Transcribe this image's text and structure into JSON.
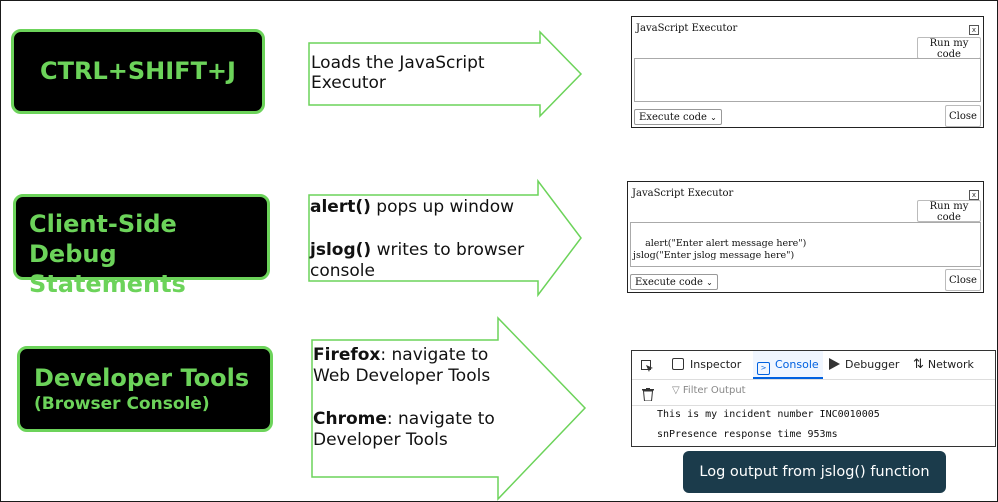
{
  "rows": [
    {
      "box_lines": [
        "CTRL+SHIFT+J"
      ],
      "arrow_text": [
        "Loads the JavaScript",
        "Executor"
      ]
    },
    {
      "box_lines": [
        "Client-Side Debug",
        "Statements"
      ],
      "arrow_items": [
        {
          "bold": "alert()",
          "rest": " pops up window"
        },
        {
          "bold": "jslog()",
          "rest": " writes to browser",
          "line2": "console"
        }
      ]
    },
    {
      "box_lines": [
        "Developer Tools",
        "(Browser Console)"
      ],
      "arrow_items": [
        {
          "bold": "Firefox",
          "rest": ": navigate to",
          "line2": "Web Developer Tools"
        },
        {
          "bold": "Chrome",
          "rest": ": navigate to",
          "line2": "Developer Tools"
        }
      ]
    }
  ],
  "executor1": {
    "title": "JavaScript Executor",
    "close_x": "x",
    "run_label": "Run my code",
    "code": "",
    "select_value": "Execute code",
    "close_label": "Close"
  },
  "executor2": {
    "title": "JavaScript Executor",
    "close_x": "x",
    "run_label": "Run my code",
    "code": "alert(\"Enter alert message here\")\njslog(\"Enter jslog message here\")",
    "select_value": "Execute code",
    "close_label": "Close"
  },
  "console": {
    "tabs": [
      "Inspector",
      "Console",
      "Debugger",
      "Network"
    ],
    "active_tab": "Console",
    "filter_placeholder": "Filter Output",
    "logs": [
      "This is my incident number INC0010005",
      "snPresence response time 953ms"
    ]
  },
  "caption": "Log output from jslog() function",
  "colors": {
    "accent_green": "#6cd35a",
    "box_bg": "#000000",
    "caption_bg": "#1b3b4b",
    "console_active": "#0061e0"
  }
}
